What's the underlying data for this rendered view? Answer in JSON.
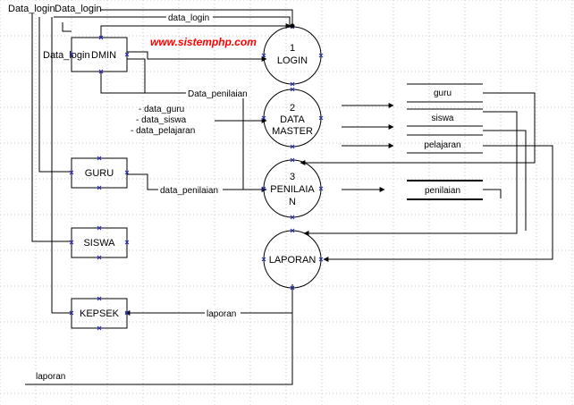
{
  "watermark": "www.sistemphp.com",
  "entities": {
    "admin": "Data_login",
    "admin_suffix": "DMIN",
    "guru": "GURU",
    "siswa": "SISWA",
    "kepsek": "KEPSEK"
  },
  "processes": {
    "login": [
      "1",
      "LOGIN"
    ],
    "data_master": [
      "2",
      "DATA",
      "MASTER"
    ],
    "penilaian": [
      "3",
      "PENILAIA",
      "N"
    ],
    "laporan": [
      "LAPORAN"
    ]
  },
  "datastores": {
    "guru": "guru",
    "siswa": "siswa",
    "pelajaran": "pelajaran",
    "penilaian": "penilaian"
  },
  "flows": {
    "top_left_1": "Data_login",
    "top_left_2": "Data_login",
    "data_login_top": "data_login",
    "data_penilaian_admin": "Data_penilaian",
    "data_guru": "- data_guru",
    "data_siswa": "- data_siswa",
    "data_pelajaran": "- data_pelajaran",
    "data_penilaian_guru": "data_penilaian",
    "laporan_kepsek": "laporan",
    "laporan_bottom": "laporan"
  }
}
